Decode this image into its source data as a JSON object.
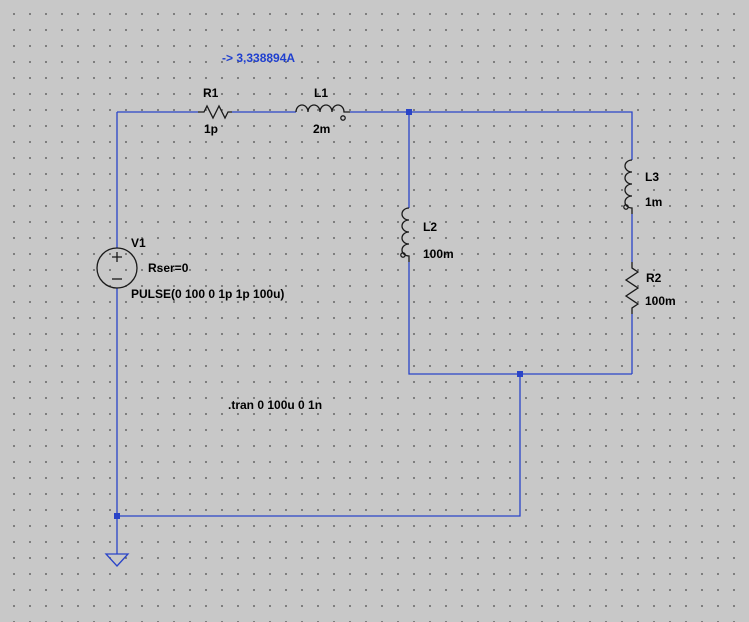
{
  "probe": {
    "text": "-> 3,338894A"
  },
  "components": {
    "R1": {
      "name": "R1",
      "value": "1p"
    },
    "L1": {
      "name": "L1",
      "value": "2m"
    },
    "L2": {
      "name": "L2",
      "value": "100m"
    },
    "L3": {
      "name": "L3",
      "value": "1m"
    },
    "R2": {
      "name": "R2",
      "value": "100m"
    },
    "V1": {
      "name": "V1",
      "rser": "Rser=0",
      "source": "PULSE(0 100 0 1p 1p 100u)"
    }
  },
  "directive": ".tran 0 100u 0 1n",
  "colors": {
    "wire": "#2a44c8",
    "probe": "#1f3fcf",
    "component": "#1a1a1a",
    "background": "#c8c8c8"
  }
}
